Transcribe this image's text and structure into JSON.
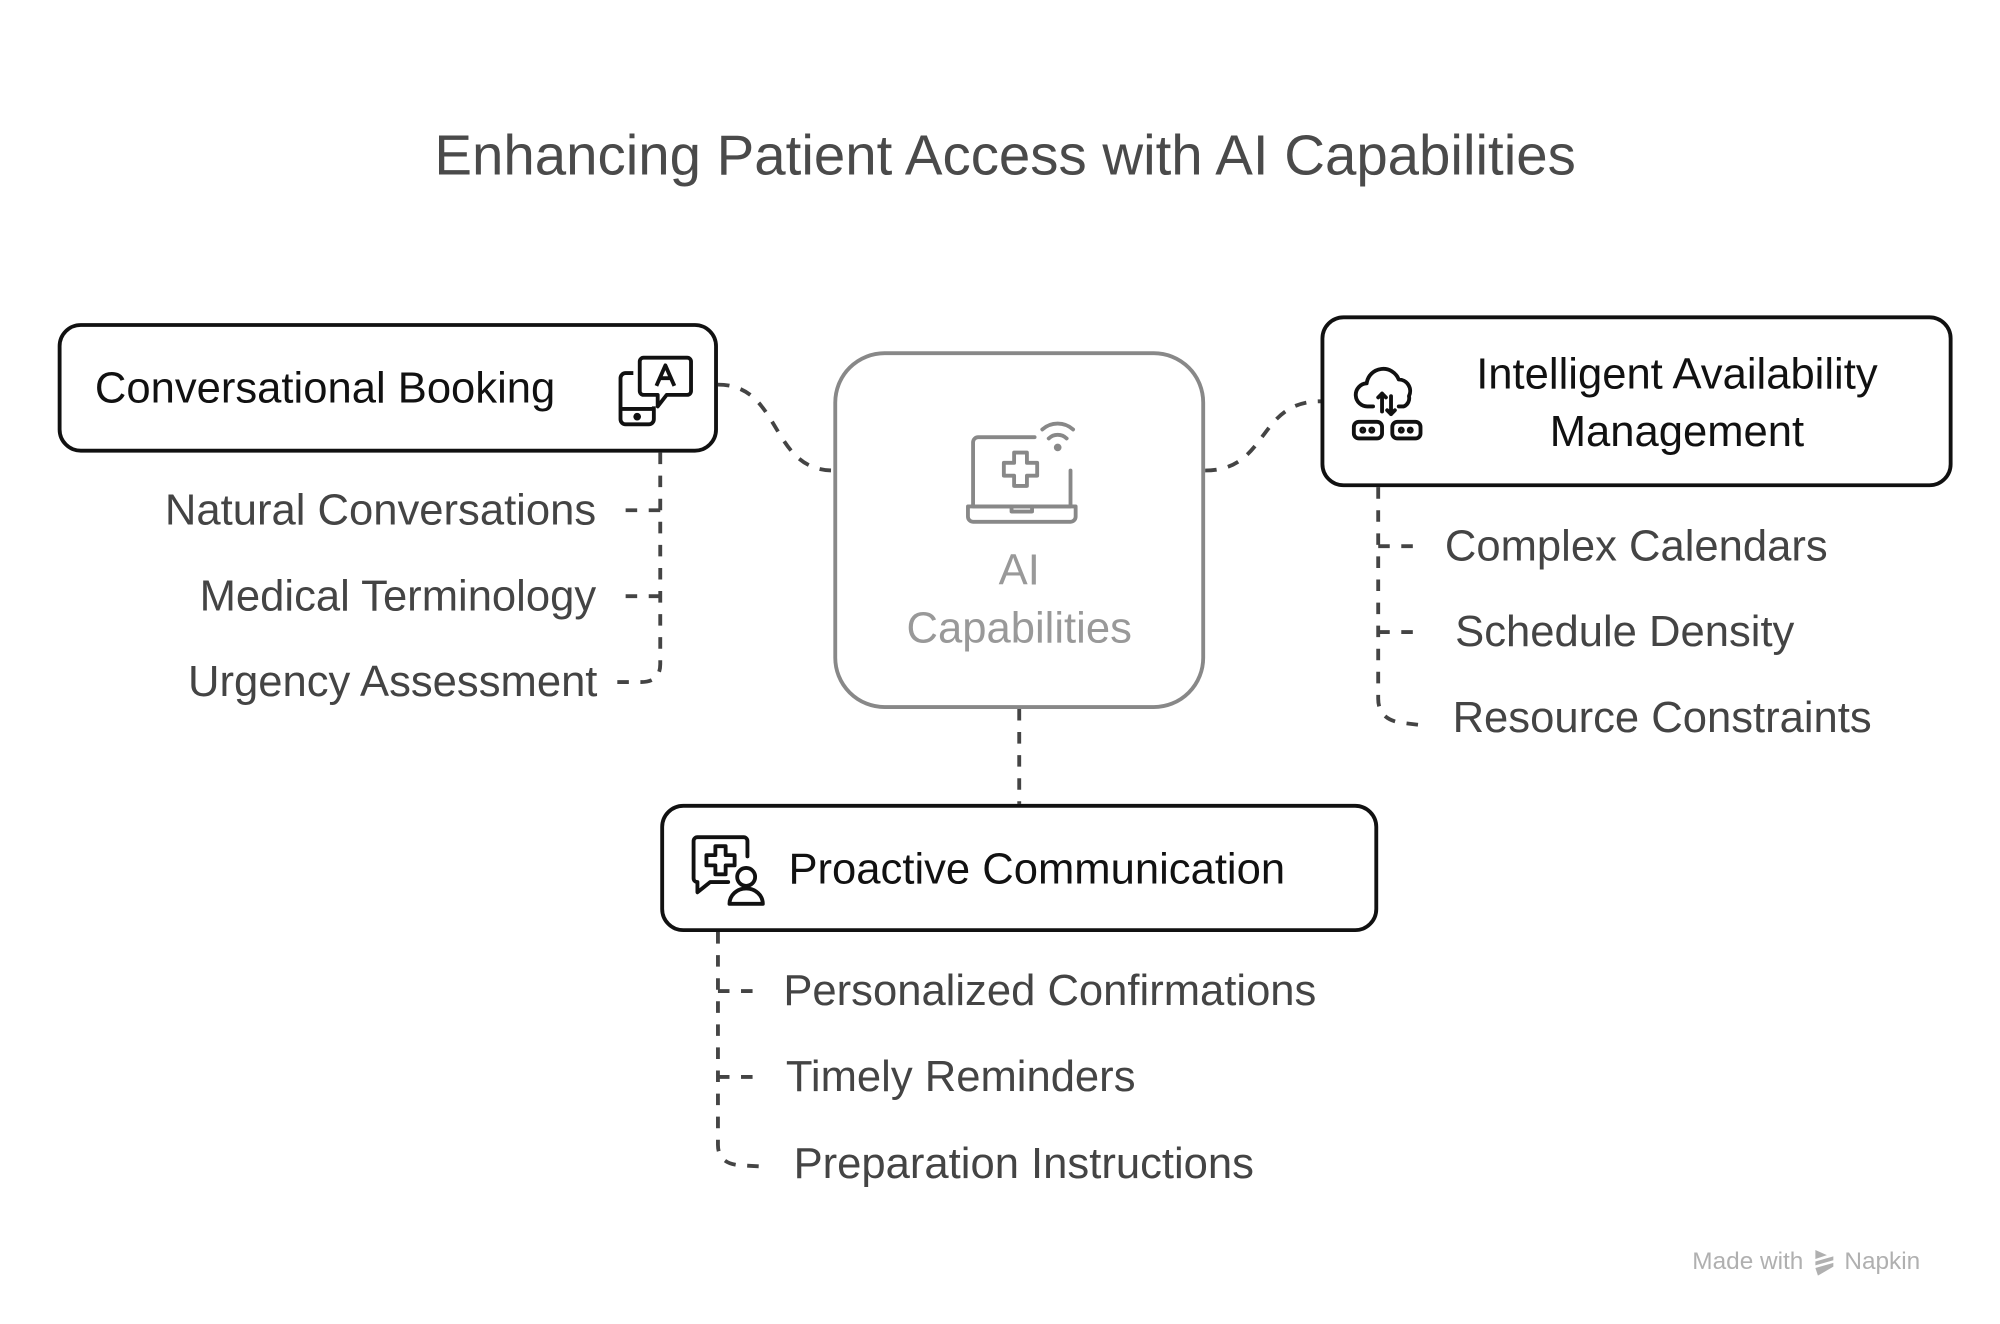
{
  "title": "Enhancing Patient Access with AI Capabilities",
  "center": {
    "line1": "AI",
    "line2": "Capabilities",
    "icon": "laptop-medical-wifi-icon"
  },
  "branches": {
    "conversational": {
      "label": "Conversational Booking",
      "icon": "phone-chat-icon",
      "items": [
        "Natural Conversations",
        "Medical Terminology",
        "Urgency Assessment"
      ]
    },
    "availability": {
      "line1": "Intelligent Availability",
      "line2": "Management",
      "icon": "cloud-server-icon",
      "items": [
        "Complex Calendars",
        "Schedule Density",
        "Resource Constraints"
      ]
    },
    "communication": {
      "label": "Proactive Communication",
      "icon": "medical-chat-user-icon",
      "items": [
        "Personalized Confirmations",
        "Timely Reminders",
        "Preparation Instructions"
      ]
    }
  },
  "footer": {
    "made_with": "Made with",
    "brand": "Napkin"
  }
}
